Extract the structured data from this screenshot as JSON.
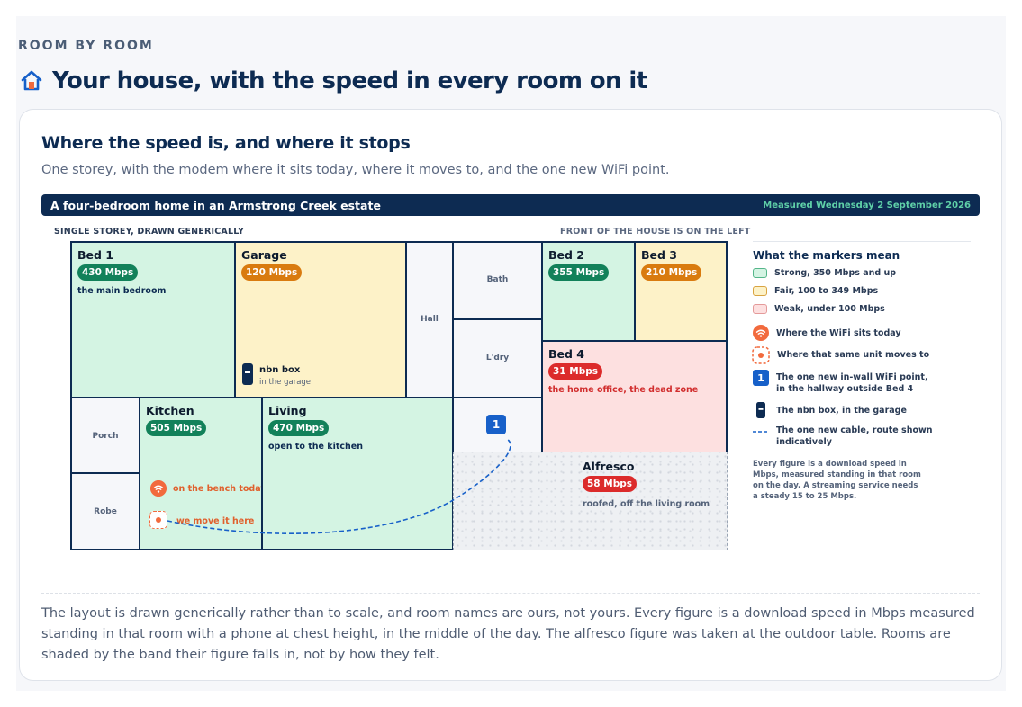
{
  "page": {
    "kicker": "ROOM BY ROOM",
    "title": "Your house, with the speed in every room on it",
    "title_icon": "house-icon"
  },
  "card": {
    "heading": "Where the speed is, and where it stops",
    "subheading": "One storey, with the modem where it sits today, where it moves to, and the one new WiFi point.",
    "banner_title": "A four-bedroom home in an Armstrong Creek estate",
    "banner_date": "Measured Wednesday 2 September 2026",
    "plan_caption_left": "SINGLE STOREY, DRAWN GENERICALLY",
    "plan_caption_right": "FRONT OF THE HOUSE IS ON THE LEFT",
    "footnote": "The layout is drawn generically rather than to scale, and room names are ours, not yours. Every figure is a download speed in Mbps measured standing in that room with a phone at chest height, in the middle of the day. The alfresco figure was taken at the outdoor table. Rooms are shaded by the band their figure falls in, not by how they felt."
  },
  "rooms": {
    "bed1": {
      "name": "Bed 1",
      "speed": "430 Mbps",
      "note": "the main bedroom",
      "band": "strong"
    },
    "garage": {
      "name": "Garage",
      "speed": "120 Mbps",
      "band": "fair"
    },
    "hall": {
      "name": "Hall"
    },
    "bath": {
      "name": "Bath"
    },
    "laundry": {
      "name": "L'dry"
    },
    "bed2": {
      "name": "Bed 2",
      "speed": "355 Mbps",
      "band": "strong"
    },
    "bed3": {
      "name": "Bed 3",
      "speed": "210 Mbps",
      "band": "fair"
    },
    "bed4": {
      "name": "Bed 4",
      "speed": "31 Mbps",
      "note": "the home office, the dead zone",
      "band": "weak"
    },
    "porch": {
      "name": "Porch"
    },
    "robe": {
      "name": "Robe"
    },
    "kitchen": {
      "name": "Kitchen",
      "speed": "505 Mbps",
      "band": "strong"
    },
    "living": {
      "name": "Living",
      "speed": "470 Mbps",
      "note": "open to the kitchen",
      "band": "strong"
    },
    "alfresco": {
      "name": "Alfresco",
      "speed": "58 Mbps",
      "note": "roofed, off the living room",
      "band": "weak"
    }
  },
  "markers": {
    "nbn_label": "nbn box",
    "nbn_sub": "in the garage",
    "modem_today": "on the bench today",
    "modem_new": "we move it here",
    "wifi_point_number": "1"
  },
  "legend": {
    "title": "What the markers mean",
    "strong": "Strong, 350 Mbps and up",
    "fair": "Fair, 100 to 349 Mbps",
    "weak": "Weak, under 100 Mbps",
    "modem_today": "Where the WiFi sits today",
    "modem_new": "Where that same unit moves to",
    "wifi_point_line1": "The one new in-wall WiFi point,",
    "wifi_point_line2": "in the hallway outside Bed 4",
    "nbn": "The nbn box, in the garage",
    "cable_line1": "The one new cable, route shown",
    "cable_line2": "indicatively",
    "foot": "Every figure is a download speed in Mbps, measured standing in that room on the day. A streaming service needs a steady 15 to 25 Mbps."
  },
  "colors": {
    "navy": "#0d2b52",
    "strong_fill": "#d4f4e3",
    "fair_fill": "#fdf2c8",
    "weak_fill": "#fde0e0",
    "strong_pill": "#12815a",
    "fair_pill": "#d97b0f",
    "weak_pill": "#dc2b2b",
    "modem_orange": "#f26a3d",
    "wifi_blue": "#1760c9"
  }
}
